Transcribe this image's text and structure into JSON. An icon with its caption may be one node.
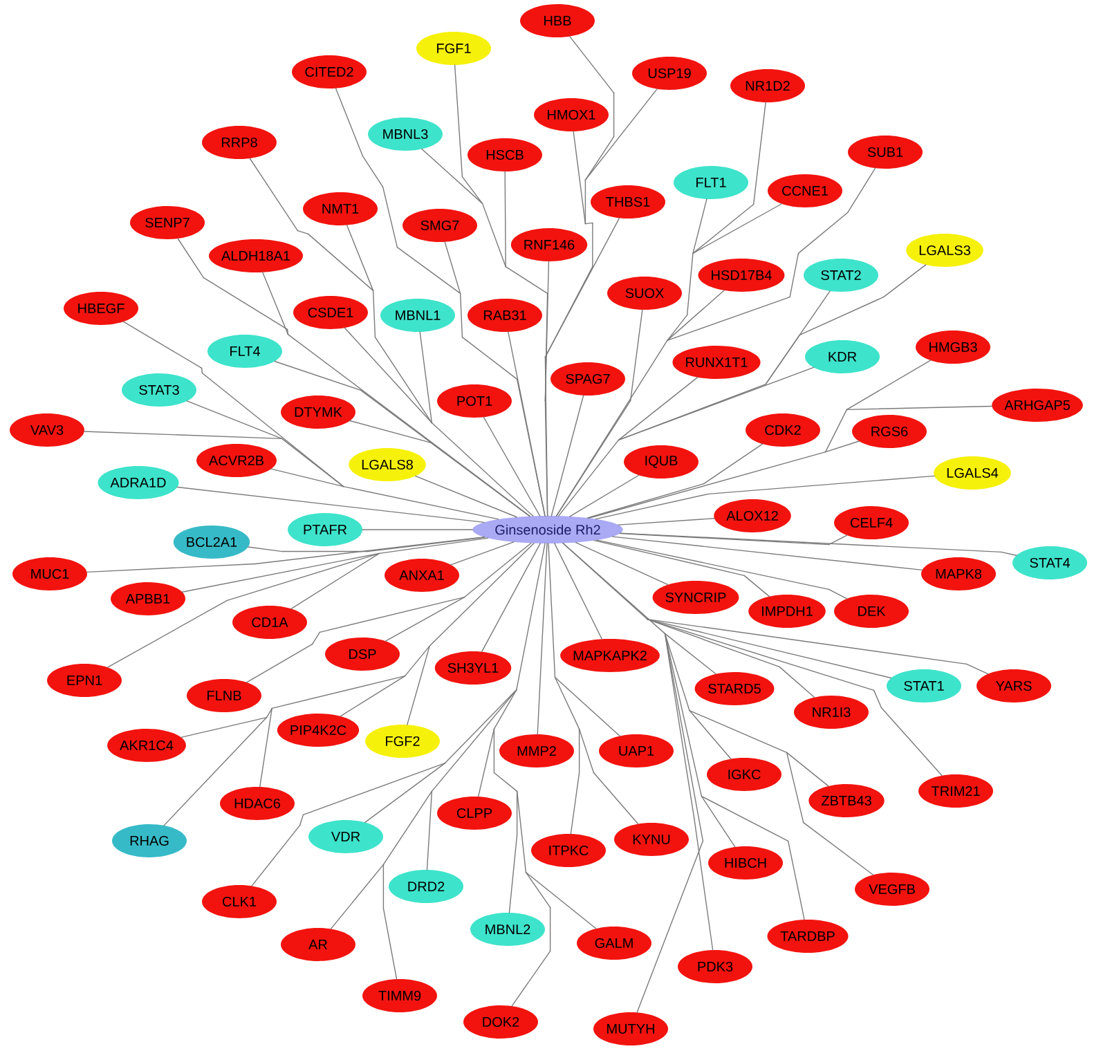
{
  "diagram": {
    "nodes": [
      {
        "text": [
          "Ginsenoside Rh2"
        ]
      },
      {
        "text": [
          "HBB"
        ]
      },
      {
        "text": [
          "FGF1"
        ]
      },
      {
        "text": [
          "CITED2"
        ]
      },
      {
        "text": [
          "USP19"
        ]
      },
      {
        "text": [
          "NR1D2"
        ]
      },
      {
        "text": [
          "HMOX1"
        ]
      },
      {
        "text": [
          "MBNL3"
        ]
      },
      {
        "text": [
          "RRP8"
        ]
      },
      {
        "text": [
          "SUB1"
        ]
      },
      {
        "text": [
          "HSCB"
        ]
      },
      {
        "text": [
          "FLT1"
        ]
      },
      {
        "text": [
          "CCNE1"
        ]
      },
      {
        "text": [
          "THBS1"
        ]
      },
      {
        "text": [
          "NMT1"
        ]
      },
      {
        "text": [
          "SENP7"
        ]
      },
      {
        "text": [
          "SMG7"
        ]
      },
      {
        "text": [
          "RNF146"
        ]
      },
      {
        "text": [
          "LGALS3"
        ]
      },
      {
        "text": [
          "ALDH18A1"
        ]
      },
      {
        "text": [
          "HSD17B4"
        ]
      },
      {
        "text": [
          "STAT2"
        ]
      },
      {
        "text": [
          "SUOX"
        ]
      },
      {
        "text": [
          "HBEGF"
        ]
      },
      {
        "text": [
          "CSDE1"
        ]
      },
      {
        "text": [
          "MBNL1"
        ]
      },
      {
        "text": [
          "RAB31"
        ]
      },
      {
        "text": [
          "HMGB3"
        ]
      },
      {
        "text": [
          "FLT4"
        ]
      },
      {
        "text": [
          "KDR"
        ]
      },
      {
        "text": [
          "RUNX1T1"
        ]
      },
      {
        "text": [
          "SPAG7"
        ]
      },
      {
        "text": [
          "STAT3"
        ]
      },
      {
        "text": [
          "POT1"
        ]
      },
      {
        "text": [
          "ARHGAP5"
        ]
      },
      {
        "text": [
          "DTYMK"
        ]
      },
      {
        "text": [
          "VAV3"
        ]
      },
      {
        "text": [
          "CDK2"
        ]
      },
      {
        "text": [
          "RGS6"
        ]
      },
      {
        "text": [
          "ACVR2B"
        ]
      },
      {
        "text": [
          "IQUB"
        ]
      },
      {
        "text": [
          "LGALS8"
        ]
      },
      {
        "text": [
          "LGALS4"
        ]
      },
      {
        "text": [
          "ADRA1D"
        ]
      },
      {
        "text": [
          "ALOX12"
        ]
      },
      {
        "text": [
          "CELF4"
        ]
      },
      {
        "text": [
          "PTAFR"
        ]
      },
      {
        "text": [
          "BCL2A1"
        ]
      },
      {
        "text": [
          "STAT4"
        ]
      },
      {
        "text": [
          "MUC1"
        ]
      },
      {
        "text": [
          "MAPK8"
        ]
      },
      {
        "text": [
          "ANXA1"
        ]
      },
      {
        "text": [
          "SYNCRIP"
        ]
      },
      {
        "text": [
          "APBB1"
        ]
      },
      {
        "text": [
          "IMPDH1"
        ]
      },
      {
        "text": [
          "DEK"
        ]
      },
      {
        "text": [
          "CD1A"
        ]
      },
      {
        "text": [
          "DSP"
        ]
      },
      {
        "text": [
          "MAPKAPK2"
        ]
      },
      {
        "text": [
          "SH3YL1"
        ]
      },
      {
        "text": [
          "EPN1"
        ]
      },
      {
        "text": [
          "STAT1"
        ]
      },
      {
        "text": [
          "YARS"
        ]
      },
      {
        "text": [
          "STARD5"
        ]
      },
      {
        "text": [
          "FLNB"
        ]
      },
      {
        "text": [
          "NR1I3"
        ]
      },
      {
        "text": [
          "PIP4K2C"
        ]
      },
      {
        "text": [
          "FGF2"
        ]
      },
      {
        "text": [
          "AKR1C4"
        ]
      },
      {
        "text": [
          "MMP2"
        ]
      },
      {
        "text": [
          "UAP1"
        ]
      },
      {
        "text": [
          "IGKC"
        ]
      },
      {
        "text": [
          "TRIM21"
        ]
      },
      {
        "text": [
          "ZBTB43"
        ]
      },
      {
        "text": [
          "HDAC6"
        ]
      },
      {
        "text": [
          "CLPP"
        ]
      },
      {
        "text": [
          "VDR"
        ]
      },
      {
        "text": [
          "KYNU"
        ]
      },
      {
        "text": [
          "RHAG"
        ]
      },
      {
        "text": [
          "ITPKC"
        ]
      },
      {
        "text": [
          "HIBCH"
        ]
      },
      {
        "text": [
          "DRD2"
        ]
      },
      {
        "text": [
          "VEGFB"
        ]
      },
      {
        "text": [
          "CLK1"
        ]
      },
      {
        "text": [
          "MBNL2"
        ]
      },
      {
        "text": [
          "TARDBP"
        ]
      },
      {
        "text": [
          "GALM"
        ]
      },
      {
        "text": [
          "AR"
        ]
      },
      {
        "text": [
          "PDK3"
        ]
      },
      {
        "text": [
          "TIMM9"
        ]
      },
      {
        "text": [
          "DOK2"
        ]
      },
      {
        "text": [
          "MUTYH"
        ]
      }
    ],
    "edges": [
      {
        "from": 0,
        "to": 1,
        "arrow": "none"
      },
      {
        "from": 0,
        "to": 2,
        "arrow": "none"
      },
      {
        "from": 0,
        "to": 3,
        "arrow": "none"
      },
      {
        "from": 0,
        "to": 4,
        "arrow": "none"
      },
      {
        "from": 0,
        "to": 5,
        "arrow": "none"
      },
      {
        "from": 0,
        "to": 6,
        "arrow": "none"
      },
      {
        "from": 0,
        "to": 7,
        "arrow": "none"
      },
      {
        "from": 0,
        "to": 8,
        "arrow": "none"
      },
      {
        "from": 0,
        "to": 9,
        "arrow": "none"
      },
      {
        "from": 0,
        "to": 10,
        "arrow": "none"
      },
      {
        "from": 0,
        "to": 11,
        "arrow": "none"
      },
      {
        "from": 0,
        "to": 12,
        "arrow": "none"
      },
      {
        "from": 0,
        "to": 13,
        "arrow": "none"
      },
      {
        "from": 0,
        "to": 14,
        "arrow": "none"
      },
      {
        "from": 0,
        "to": 15,
        "arrow": "none"
      },
      {
        "from": 0,
        "to": 16,
        "arrow": "none"
      },
      {
        "from": 0,
        "to": 17,
        "arrow": "none"
      },
      {
        "from": 0,
        "to": 18,
        "arrow": "none"
      },
      {
        "from": 0,
        "to": 19,
        "arrow": "none"
      },
      {
        "from": 0,
        "to": 20,
        "arrow": "none"
      },
      {
        "from": 0,
        "to": 21,
        "arrow": "none"
      },
      {
        "from": 0,
        "to": 22,
        "arrow": "none"
      },
      {
        "from": 0,
        "to": 23,
        "arrow": "none"
      },
      {
        "from": 0,
        "to": 24,
        "arrow": "none"
      },
      {
        "from": 0,
        "to": 25,
        "arrow": "none"
      },
      {
        "from": 0,
        "to": 26,
        "arrow": "none"
      },
      {
        "from": 0,
        "to": 27,
        "arrow": "none"
      },
      {
        "from": 0,
        "to": 28,
        "arrow": "none"
      },
      {
        "from": 0,
        "to": 29,
        "arrow": "none"
      },
      {
        "from": 0,
        "to": 30,
        "arrow": "none"
      },
      {
        "from": 0,
        "to": 31,
        "arrow": "none"
      },
      {
        "from": 0,
        "to": 32,
        "arrow": "none"
      },
      {
        "from": 0,
        "to": 33,
        "arrow": "none"
      },
      {
        "from": 0,
        "to": 34,
        "arrow": "none"
      },
      {
        "from": 0,
        "to": 35,
        "arrow": "none"
      },
      {
        "from": 0,
        "to": 36,
        "arrow": "none"
      },
      {
        "from": 0,
        "to": 37,
        "arrow": "none"
      },
      {
        "from": 0,
        "to": 38,
        "arrow": "none"
      },
      {
        "from": 0,
        "to": 39,
        "arrow": "none"
      },
      {
        "from": 0,
        "to": 40,
        "arrow": "none"
      },
      {
        "from": 0,
        "to": 41,
        "arrow": "none"
      },
      {
        "from": 0,
        "to": 42,
        "arrow": "none"
      },
      {
        "from": 0,
        "to": 43,
        "arrow": "none"
      },
      {
        "from": 0,
        "to": 44,
        "arrow": "none"
      },
      {
        "from": 0,
        "to": 45,
        "arrow": "none"
      },
      {
        "from": 0,
        "to": 46,
        "arrow": "none"
      },
      {
        "from": 0,
        "to": 47,
        "arrow": "none"
      },
      {
        "from": 0,
        "to": 48,
        "arrow": "none"
      },
      {
        "from": 0,
        "to": 49,
        "arrow": "none"
      },
      {
        "from": 0,
        "to": 50,
        "arrow": "none"
      },
      {
        "from": 0,
        "to": 51,
        "arrow": "none"
      },
      {
        "from": 0,
        "to": 52,
        "arrow": "none"
      },
      {
        "from": 0,
        "to": 53,
        "arrow": "none"
      },
      {
        "from": 0,
        "to": 54,
        "arrow": "none"
      },
      {
        "from": 0,
        "to": 55,
        "arrow": "none"
      },
      {
        "from": 0,
        "to": 56,
        "arrow": "none"
      },
      {
        "from": 0,
        "to": 57,
        "arrow": "none"
      },
      {
        "from": 0,
        "to": 58,
        "arrow": "none"
      },
      {
        "from": 0,
        "to": 59,
        "arrow": "none"
      },
      {
        "from": 0,
        "to": 60,
        "arrow": "none"
      },
      {
        "from": 0,
        "to": 61,
        "arrow": "none"
      },
      {
        "from": 0,
        "to": 62,
        "arrow": "none"
      },
      {
        "from": 0,
        "to": 63,
        "arrow": "none"
      },
      {
        "from": 0,
        "to": 64,
        "arrow": "none"
      },
      {
        "from": 0,
        "to": 65,
        "arrow": "none"
      },
      {
        "from": 0,
        "to": 66,
        "arrow": "none"
      },
      {
        "from": 0,
        "to": 67,
        "arrow": "none"
      },
      {
        "from": 0,
        "to": 68,
        "arrow": "none"
      },
      {
        "from": 0,
        "to": 69,
        "arrow": "none"
      },
      {
        "from": 0,
        "to": 70,
        "arrow": "none"
      },
      {
        "from": 0,
        "to": 71,
        "arrow": "none"
      },
      {
        "from": 0,
        "to": 72,
        "arrow": "none"
      },
      {
        "from": 0,
        "to": 73,
        "arrow": "none"
      },
      {
        "from": 0,
        "to": 74,
        "arrow": "none"
      },
      {
        "from": 0,
        "to": 75,
        "arrow": "none"
      },
      {
        "from": 0,
        "to": 76,
        "arrow": "none"
      },
      {
        "from": 0,
        "to": 77,
        "arrow": "none"
      },
      {
        "from": 0,
        "to": 78,
        "arrow": "none"
      },
      {
        "from": 0,
        "to": 79,
        "arrow": "none"
      },
      {
        "from": 0,
        "to": 80,
        "arrow": "none"
      },
      {
        "from": 0,
        "to": 81,
        "arrow": "none"
      },
      {
        "from": 0,
        "to": 82,
        "arrow": "none"
      },
      {
        "from": 0,
        "to": 83,
        "arrow": "none"
      },
      {
        "from": 0,
        "to": 84,
        "arrow": "none"
      },
      {
        "from": 0,
        "to": 85,
        "arrow": "none"
      },
      {
        "from": 0,
        "to": 86,
        "arrow": "none"
      },
      {
        "from": 0,
        "to": 87,
        "arrow": "none"
      },
      {
        "from": 0,
        "to": 88,
        "arrow": "none"
      },
      {
        "from": 0,
        "to": 89,
        "arrow": "none"
      },
      {
        "from": 0,
        "to": 90,
        "arrow": "none"
      },
      {
        "from": 0,
        "to": 91,
        "arrow": "none"
      }
    ]
  }
}
